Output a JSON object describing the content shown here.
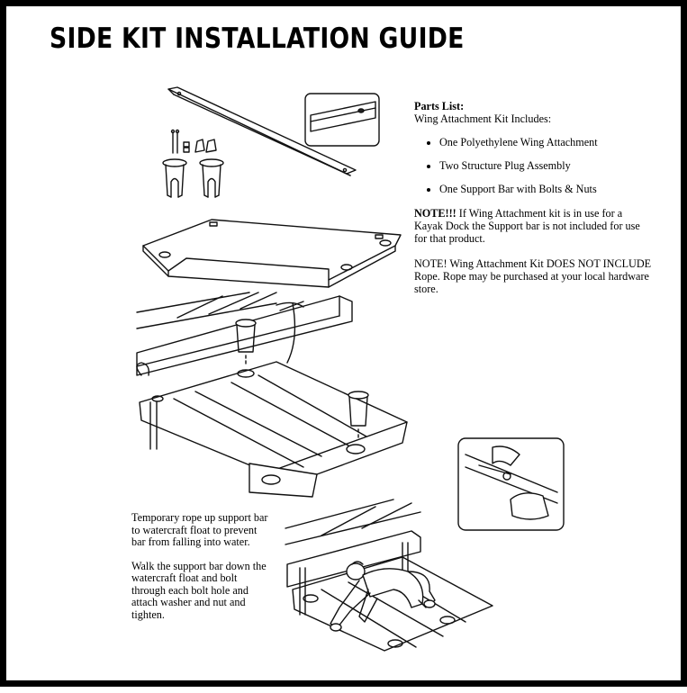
{
  "title": "SIDE KIT INSTALLATION GUIDE",
  "parts": {
    "heading": "Parts List:",
    "intro": "Wing Attachment Kit Includes:",
    "items": [
      "One Polyethylene Wing Attachment",
      "Two Structure Plug Assembly",
      "One Support Bar with Bolts & Nuts"
    ],
    "note1_label": "NOTE!!!",
    "note1_text": " If Wing Attachment kit is in use for a Kayak Dock the Support bar is not included for use for that product.",
    "note2": "NOTE! Wing Attachment Kit DOES NOT INCLUDE Rope. Rope may be purchased at your local hardware store."
  },
  "instructions": {
    "p1": "Temporary rope up support bar to watercraft float to prevent bar from falling into water.",
    "p2": "Walk the support bar down the watercraft float and bolt through each bolt hole and attach washer and nut and tighten."
  }
}
